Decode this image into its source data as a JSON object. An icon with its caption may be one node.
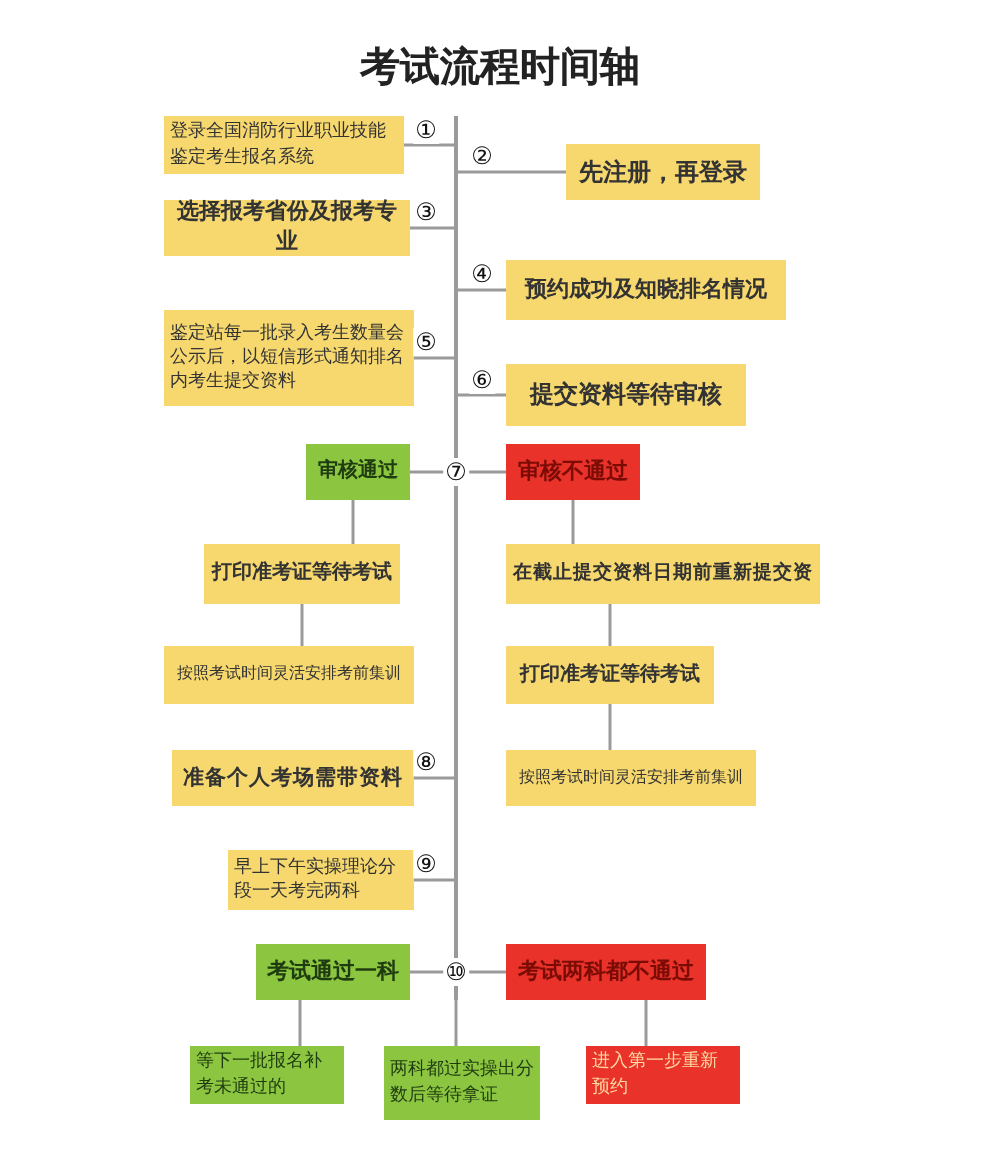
{
  "diagram": {
    "title": "考试流程时间轴",
    "nodes": [
      {
        "text": [],
        "shape": "bar"
      },
      {
        "text": [
          "登录全国消防行业职业技能鉴定考生报名系统"
        ]
      },
      {
        "text": [
          "先注册，再登录"
        ]
      },
      {
        "text": [
          "选择报考省份及报考专业"
        ]
      },
      {
        "text": [
          "预约成功及知晓排名情况"
        ]
      },
      {
        "text": [
          "鉴定站每一批录入考生数量会公示后，以短信形式通知排名内考生提交资料"
        ]
      },
      {
        "text": [
          "提交资料等待审核"
        ]
      },
      {
        "text": [
          "审核通过"
        ]
      },
      {
        "text": [
          "审核不通过"
        ]
      },
      {
        "text": [
          "打印准考证等待考试"
        ]
      },
      {
        "text": [
          "在截止提交资料日期前重新提交资"
        ]
      },
      {
        "text": [
          "按照考试时间灵活安排考前集训"
        ]
      },
      {
        "text": [
          "打印准考证等待考试"
        ]
      },
      {
        "text": [
          "准备个人考场需带资料"
        ]
      },
      {
        "text": [
          "按照考试时间灵活安排考前集训"
        ]
      },
      {
        "text": [
          "早上下午实操理论分段一天考完两科"
        ]
      },
      {
        "text": [
          "考试通过一科"
        ]
      },
      {
        "text": [
          "考试两科都不通过"
        ]
      },
      {
        "text": [
          "等下一批报名补考未通过的"
        ]
      },
      {
        "text": [
          "两科都过实操出分数后等待拿证"
        ]
      },
      {
        "text": [
          "进入第一步重新预约"
        ]
      }
    ],
    "edges": [
      {
        "from": 0,
        "to": 1,
        "arrow": "none",
        "label": "①"
      },
      {
        "from": 0,
        "to": 2,
        "arrow": "none",
        "label": "②"
      },
      {
        "from": 0,
        "to": 3,
        "arrow": "none",
        "label": "③"
      },
      {
        "from": 0,
        "to": 4,
        "arrow": "none",
        "label": "④"
      },
      {
        "from": 0,
        "to": 5,
        "arrow": "none",
        "label": "⑤"
      },
      {
        "from": 0,
        "to": 6,
        "arrow": "none",
        "label": "⑥"
      },
      {
        "from": 0,
        "to": 7,
        "arrow": "none",
        "label": "⑦"
      },
      {
        "from": 0,
        "to": 8,
        "arrow": "none"
      },
      {
        "from": 7,
        "to": 9,
        "arrow": "none"
      },
      {
        "from": 9,
        "to": 11,
        "arrow": "none"
      },
      {
        "from": 8,
        "to": 10,
        "arrow": "none"
      },
      {
        "from": 10,
        "to": 12,
        "arrow": "none"
      },
      {
        "from": 12,
        "to": 14,
        "arrow": "none"
      },
      {
        "from": 0,
        "to": 13,
        "arrow": "none",
        "label": "⑧"
      },
      {
        "from": 0,
        "to": 15,
        "arrow": "none",
        "label": "⑨"
      },
      {
        "from": 0,
        "to": 16,
        "arrow": "none",
        "label": "⑩"
      },
      {
        "from": 0,
        "to": 17,
        "arrow": "none"
      },
      {
        "from": 16,
        "to": 18,
        "arrow": "none"
      },
      {
        "from": 17,
        "to": 20,
        "arrow": "none"
      },
      {
        "from": 0,
        "to": 19,
        "arrow": "none"
      }
    ]
  }
}
